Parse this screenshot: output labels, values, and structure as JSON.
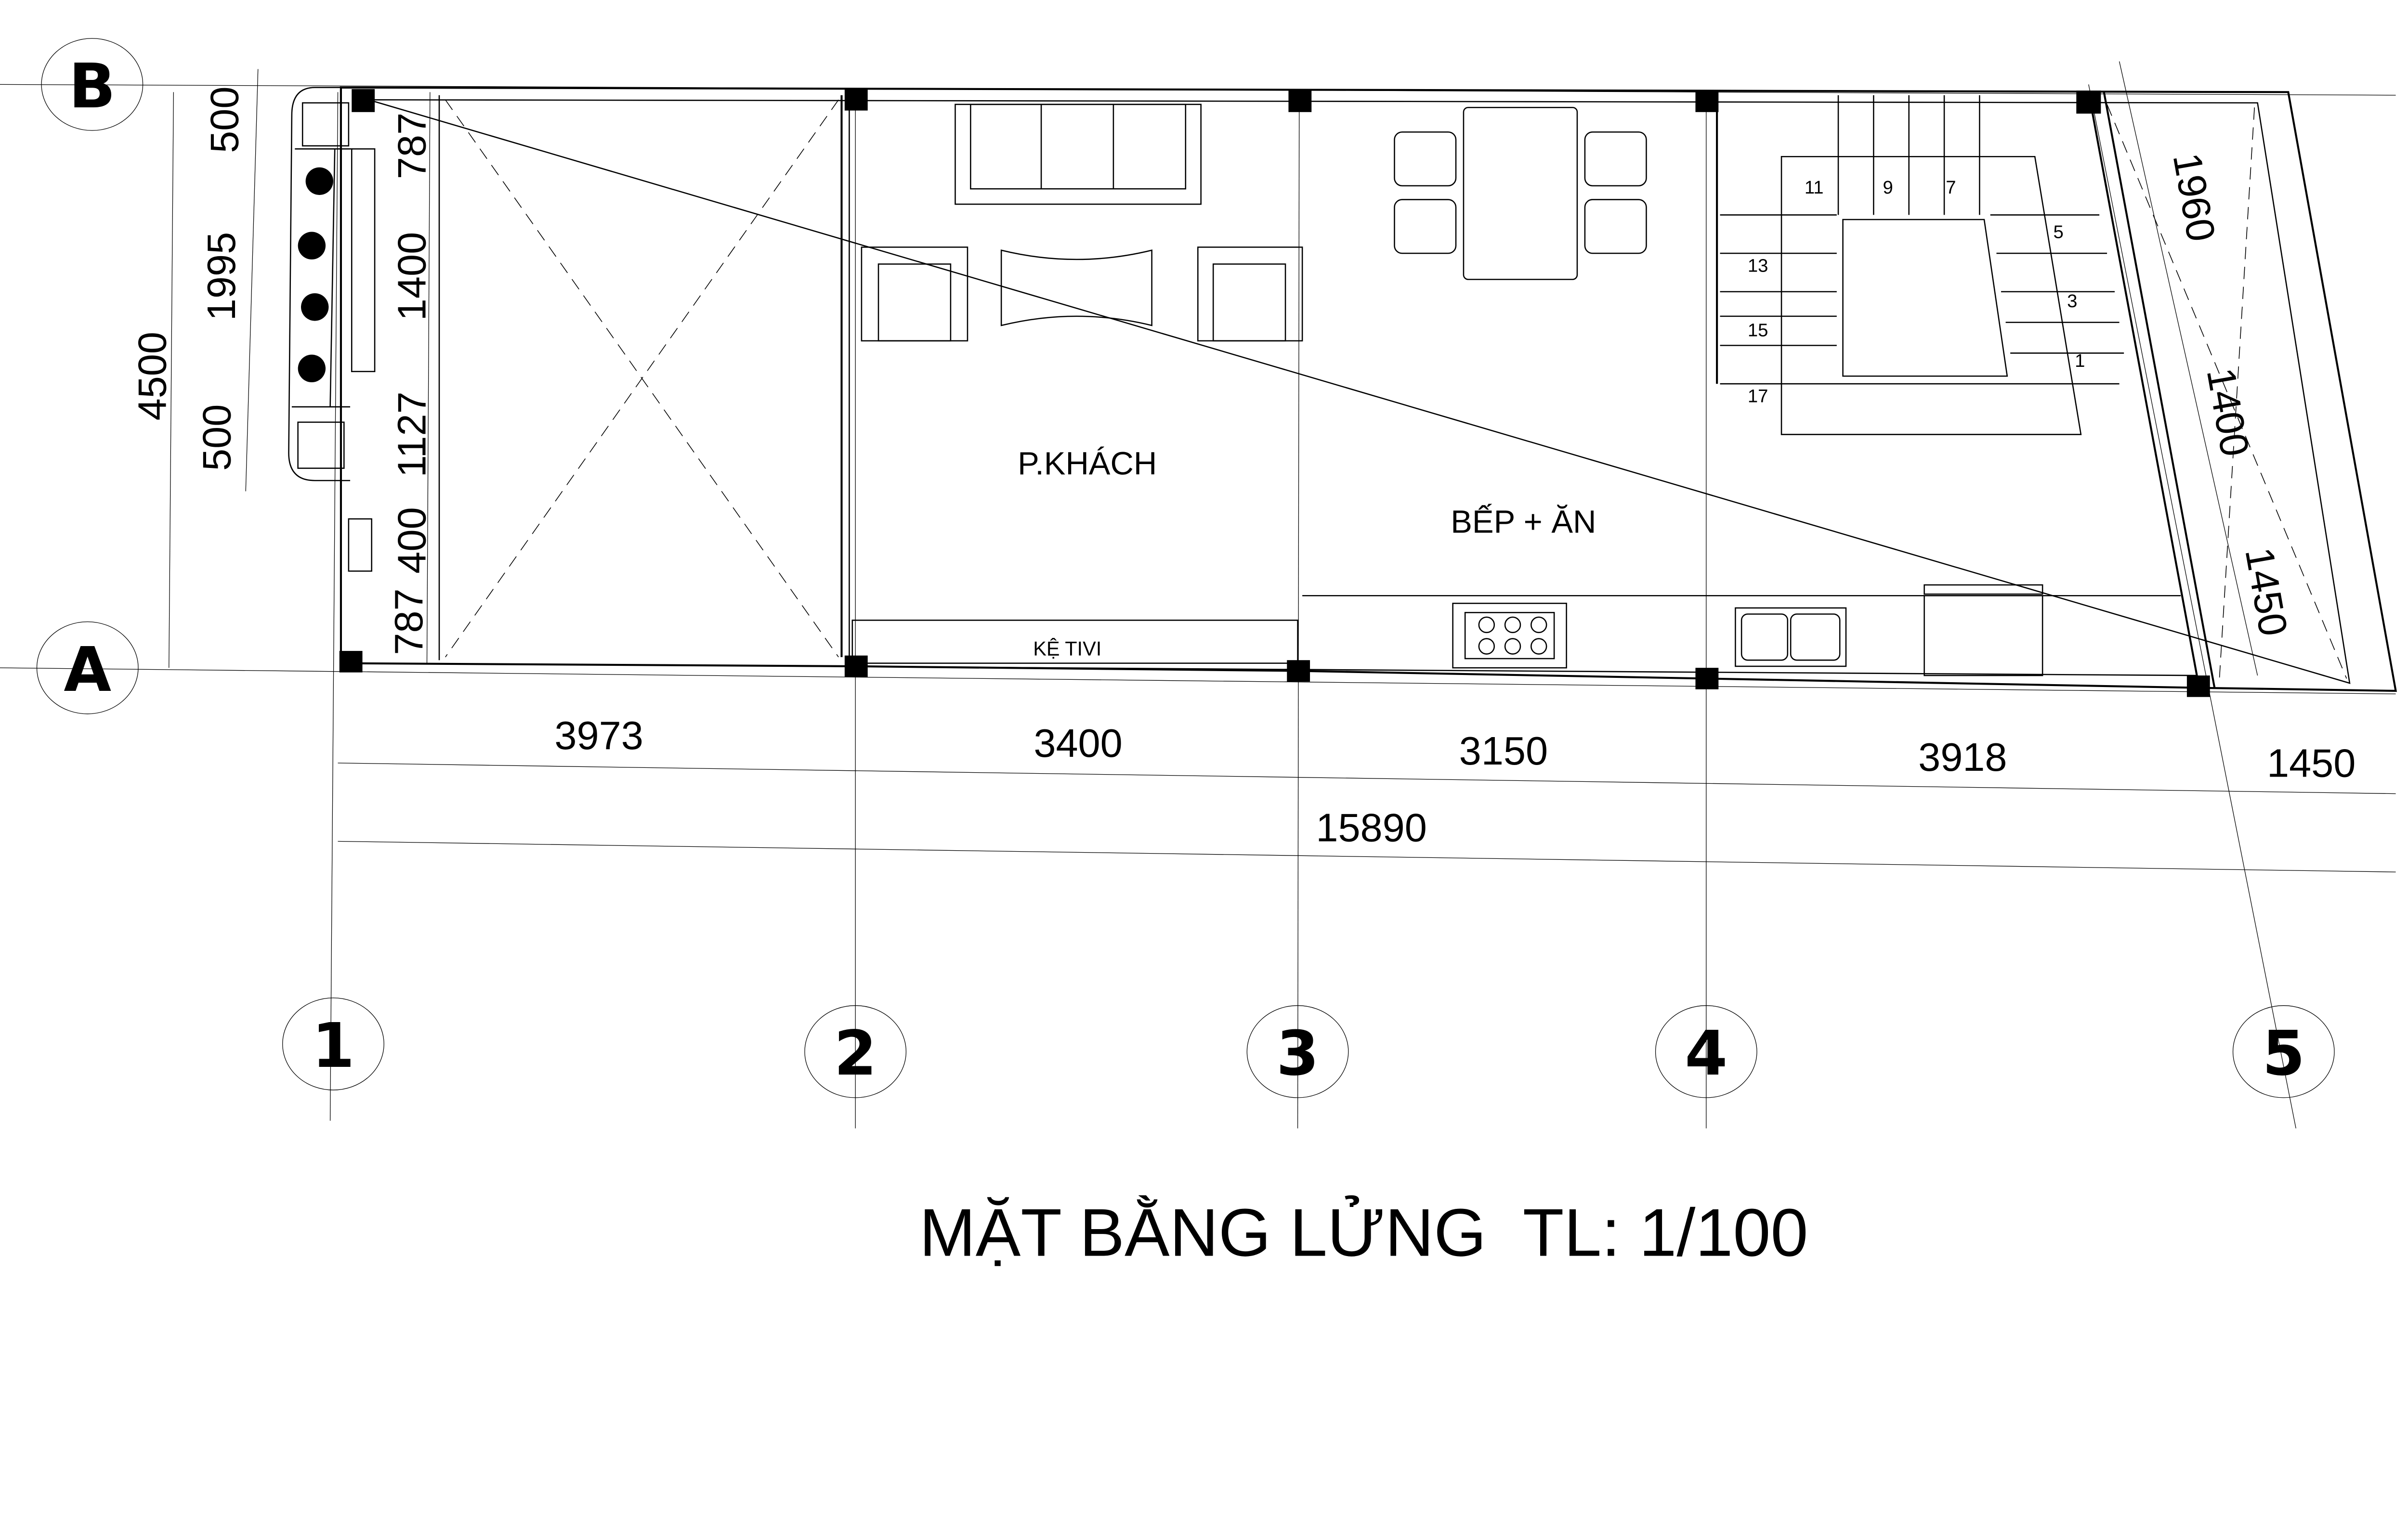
{
  "grid_axes": {
    "rows": [
      "B",
      "A"
    ],
    "columns": [
      "1",
      "2",
      "3",
      "4",
      "5"
    ]
  },
  "rooms": {
    "living": "P.KHÁCH",
    "kitchen_dining": "BẾP + ĂN",
    "tv_shelf": "KỆ TIVI"
  },
  "dimensions": {
    "bottom_segments": [
      "3973",
      "3400",
      "3150",
      "3918",
      "1450"
    ],
    "bottom_total": "15890",
    "left_outer": "4500",
    "left_planter": [
      "500",
      "1995",
      "500"
    ],
    "left_inner": [
      "787",
      "1400",
      "1127",
      "400",
      "787"
    ],
    "right_slanted": [
      "1960",
      "1400",
      "1450"
    ]
  },
  "stair_steps": [
    "11",
    "9",
    "7",
    "5",
    "3",
    "1",
    "13",
    "15",
    "17"
  ],
  "title": "MẶT BẰNG LỬNG  TL: 1/100"
}
